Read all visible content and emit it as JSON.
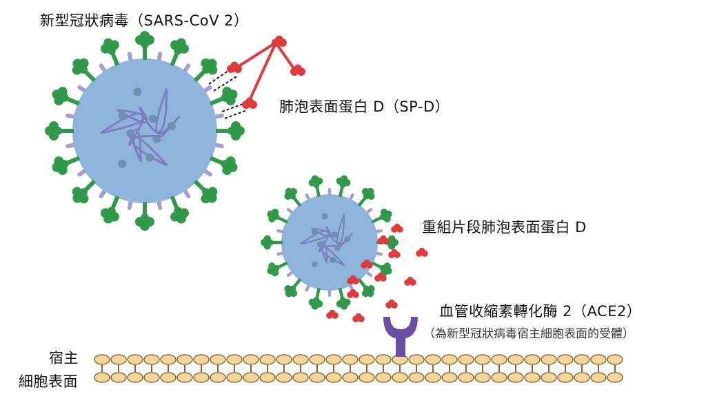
{
  "labels": {
    "virus_title": "新型冠狀病毒（SARS-CoV 2）",
    "spd": "肺泡表面蛋白 D（SP-D）",
    "rfhspd": "重組片段肺泡表面蛋白 D",
    "ace2": "血管收縮素轉化酶 2（ACE2）",
    "ace2_note": "（為新型冠狀病毒宿主細胞表面的受體）",
    "host_line1": "宿主",
    "host_line2": "細胞表面"
  },
  "colors": {
    "virus_body": "#8fb4dc",
    "virus_spots": "#6f8fb0",
    "rna": "#7a7fc0",
    "spike": "#2e9a4a",
    "m_protein": "#a99bd6",
    "spd_protein": "#e23a3a",
    "receptor": "#6b4fa3",
    "lipid_head": "#f2d79b",
    "lipid_tail": "#8a6a3a"
  }
}
